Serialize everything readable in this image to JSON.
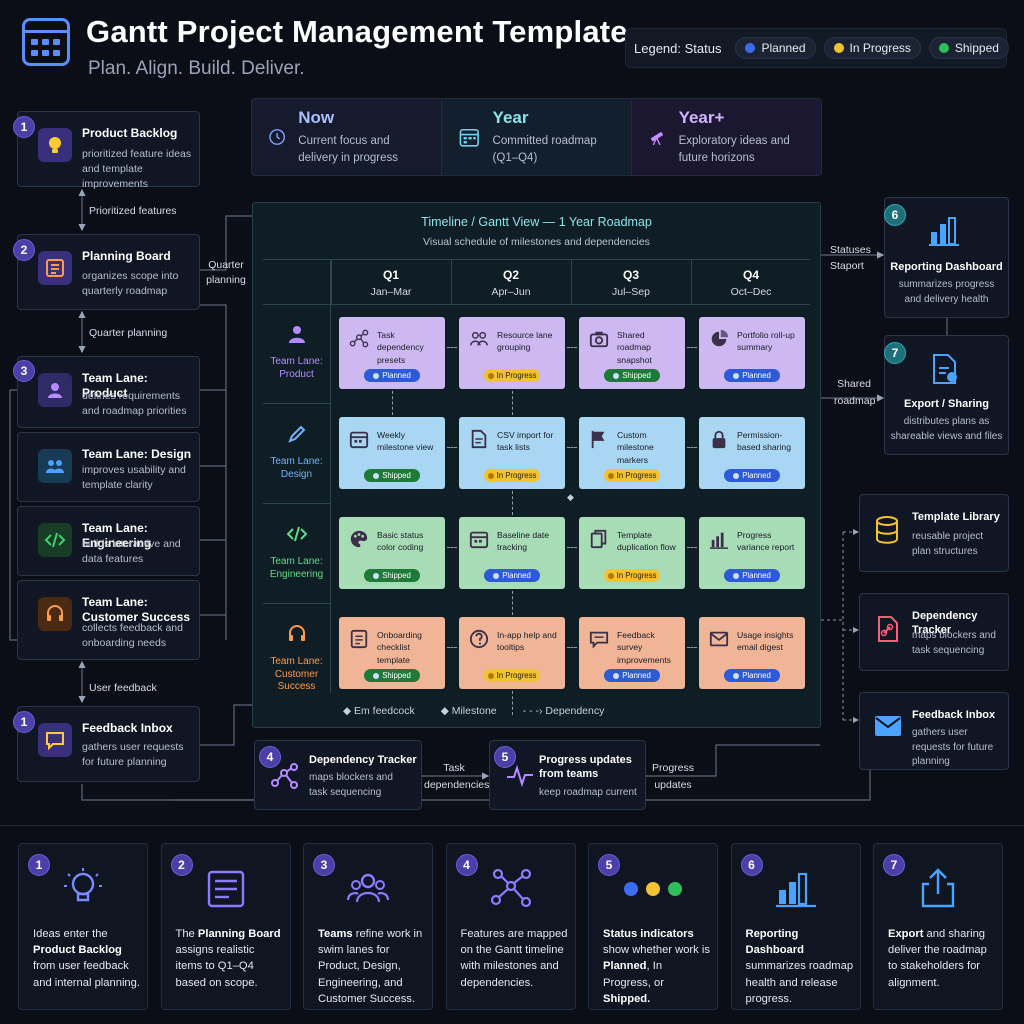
{
  "header": {
    "title": "Gantt Project Management Template",
    "subtitle": "Plan. Align. Build. Deliver.",
    "legend_title": "Legend: Status",
    "legend": [
      {
        "label": "Planned",
        "color": "#3a6df0"
      },
      {
        "label": "In Progress",
        "color": "#f1c232"
      },
      {
        "label": "Shipped",
        "color": "#2fbf5a"
      }
    ]
  },
  "horizons": [
    {
      "title": "Now",
      "desc": "Current focus and delivery in progress",
      "icon": "clock-icon",
      "color": "#7ea2ff"
    },
    {
      "title": "Year",
      "desc": "Committed roadmap (Q1–Q4)",
      "icon": "calendar-icon",
      "color": "#6fd3ea"
    },
    {
      "title": "Year+",
      "desc": "Exploratory ideas and future horizons",
      "icon": "telescope-icon",
      "color": "#c58cff"
    }
  ],
  "left_flow": {
    "backlog": {
      "badge": "1",
      "title": "Product Backlog",
      "desc": "prioritized feature ideas and template improvements"
    },
    "conn1": "Prioritized features",
    "planning": {
      "badge": "2",
      "title": "Planning Board",
      "desc": "organizes scope into quarterly roadmap"
    },
    "conn_quarter_side": "Quarter planning",
    "conn2": "Quarter planning",
    "team_badge": "3",
    "teams": [
      {
        "title": "Team Lane: Product",
        "desc": "defines requirements and roadmap priorities"
      },
      {
        "title": "Team Lane: Design",
        "desc": "improves usability and template clarity"
      },
      {
        "title": "Team Lane: Engineering",
        "desc": "builds interactive and data features"
      },
      {
        "title": "Team Lane: Customer Success",
        "desc": "collects feedback and onboarding needs"
      }
    ],
    "conn3": "User feedback",
    "inbox": {
      "badge": "1",
      "title": "Feedback Inbox",
      "desc": "gathers user requests for future planning"
    }
  },
  "gantt": {
    "title": "Timeline / Gantt View — 1 Year Roadmap",
    "subtitle": "Visual schedule of milestones and dependencies",
    "quarters": [
      {
        "q": "Q1",
        "range": "Jan–Mar"
      },
      {
        "q": "Q2",
        "range": "Apr–Jun"
      },
      {
        "q": "Q3",
        "range": "Jul–Sep"
      },
      {
        "q": "Q4",
        "range": "Oct–Dec"
      }
    ],
    "lanes": [
      {
        "name": "Team Lane: Product",
        "color": "#b48cff",
        "card": "#cdb8f2",
        "icon": "person-icon",
        "tasks": [
          {
            "name": "Task dependency presets",
            "status": "Planned",
            "icon": "network-icon"
          },
          {
            "name": "Resource lane grouping",
            "status": "In Progress",
            "icon": "group-icon"
          },
          {
            "name": "Shared roadmap snapshot",
            "status": "Shipped",
            "icon": "camera-icon"
          },
          {
            "name": "Portfolio roll-up summary",
            "status": "Planned",
            "icon": "pie-icon"
          }
        ]
      },
      {
        "name": "Team Lane: Design",
        "color": "#6fb5ff",
        "card": "#a9d6f2",
        "icon": "pencil-icon",
        "tasks": [
          {
            "name": "Weekly milestone view",
            "status": "Shipped",
            "icon": "calendar-icon"
          },
          {
            "name": "CSV import for task lists",
            "status": "In Progress",
            "icon": "file-icon"
          },
          {
            "name": "Custom milestone markers",
            "status": "In Progress",
            "icon": "flag-icon"
          },
          {
            "name": "Permission-based sharing",
            "status": "Planned",
            "icon": "lock-icon"
          }
        ]
      },
      {
        "name": "Team Lane: Engineering",
        "color": "#5fdc8a",
        "card": "#a7dcb6",
        "icon": "code-icon",
        "tasks": [
          {
            "name": "Basic status color coding",
            "status": "Shipped",
            "icon": "palette-icon"
          },
          {
            "name": "Baseline date tracking",
            "status": "Planned",
            "icon": "calendar-icon"
          },
          {
            "name": "Template duplication flow",
            "status": "In Progress",
            "icon": "copy-icon"
          },
          {
            "name": "Progress variance report",
            "status": "Planned",
            "icon": "bars-icon"
          }
        ]
      },
      {
        "name": "Team Lane: Customer Success",
        "color": "#ff9a4a",
        "card": "#f0b596",
        "icon": "headset-icon",
        "tasks": [
          {
            "name": "Onboarding checklist template",
            "status": "Shipped",
            "icon": "checklist-icon"
          },
          {
            "name": "In-app help and tooltips",
            "status": "In Progress",
            "icon": "help-icon"
          },
          {
            "name": "Feedback survey improvements",
            "status": "Planned",
            "icon": "chat-icon"
          },
          {
            "name": "Usage insights email digest",
            "status": "Planned",
            "icon": "mail-icon"
          }
        ]
      }
    ],
    "legend": {
      "feedback": "Em feedcock",
      "milestone": "Milestone",
      "dependency": "Dependency"
    }
  },
  "right_flow": {
    "status_label": "Statuses Staport",
    "reporting": {
      "badge": "6",
      "title": "Reporting Dashboard",
      "desc": "summarizes progress and delivery health"
    },
    "shared_label": "Shared roadmap",
    "export": {
      "badge": "7",
      "title": "Export / Sharing",
      "desc": "distributes plans as shareable views and files"
    },
    "tools": [
      {
        "title": "Template Library",
        "desc": "reusable project plan structures",
        "icon": "database-icon",
        "color": "#f1c232"
      },
      {
        "title": "Dependency Tracker",
        "desc": "maps blockers and task sequencing",
        "icon": "link-icon",
        "color": "#ff5a7a"
      },
      {
        "title": "Feedback Inbox",
        "desc": "gathers user requests for future planning",
        "icon": "mail-icon",
        "color": "#4aa3ff"
      }
    ]
  },
  "middle_flow": {
    "dependency": {
      "badge": "4",
      "title": "Dependency Tracker",
      "desc": "maps blockers and task sequencing"
    },
    "task_dep_label": "Task dependencies",
    "progress": {
      "badge": "5",
      "title": "Progress updates from teams",
      "desc": "keep roadmap current"
    },
    "progress_label": "Progress updates"
  },
  "footer": [
    {
      "badge": "1",
      "icon": "lightbulb-icon",
      "parts": [
        [
          "Ideas enter the ",
          false
        ],
        [
          "Product Backlog",
          true
        ],
        [
          " from user feedback and internal planning.",
          false
        ]
      ]
    },
    {
      "badge": "2",
      "icon": "board-icon",
      "parts": [
        [
          "The ",
          false
        ],
        [
          "Planning Board",
          true
        ],
        [
          " assigns realistic items to Q1–Q4 based on scope.",
          false
        ]
      ]
    },
    {
      "badge": "3",
      "icon": "team-icon",
      "parts": [
        [
          "Teams",
          true
        ],
        [
          " refine work in swim lanes for Product, Design, Engineering, and Customer Success.",
          false
        ]
      ]
    },
    {
      "badge": "4",
      "icon": "graph-icon",
      "parts": [
        [
          "Features are mapped on the Gantt timeline with milestones and dependencies.",
          false
        ]
      ]
    },
    {
      "badge": "5",
      "icon": "status-dots-icon",
      "parts": [
        [
          "Status indicators",
          true
        ],
        [
          " show whether work is ",
          false
        ],
        [
          "Planned",
          true
        ],
        [
          ", In Progress, or ",
          false
        ],
        [
          "Shipped.",
          true
        ]
      ]
    },
    {
      "badge": "6",
      "icon": "chart-icon",
      "parts": [
        [
          "Reporting Dashboard",
          true
        ],
        [
          " summarizes roadmap health and release progress.",
          false
        ]
      ]
    },
    {
      "badge": "7",
      "icon": "export-icon",
      "parts": [
        [
          "Export",
          true
        ],
        [
          " and sharing deliver the roadmap to stakeholders for alignment.",
          false
        ]
      ]
    }
  ]
}
